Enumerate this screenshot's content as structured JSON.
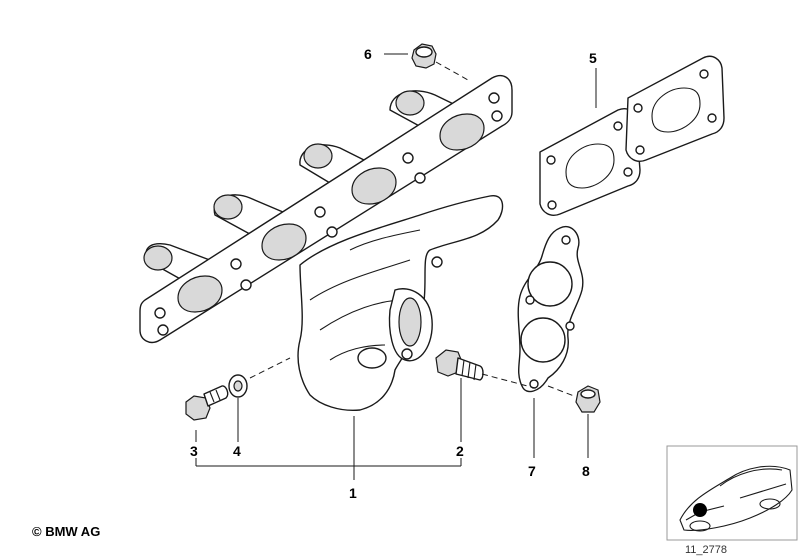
{
  "callouts": {
    "c1": "1",
    "c2": "2",
    "c3": "3",
    "c4": "4",
    "c5": "5",
    "c6": "6",
    "c7": "7",
    "c8": "8"
  },
  "footer": {
    "copyright": "© BMW AG",
    "ref_code": "11_2778"
  }
}
